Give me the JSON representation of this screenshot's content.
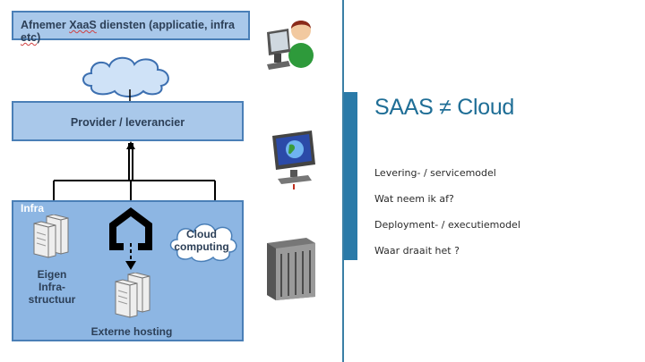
{
  "diagram": {
    "consumer_label": "Afnemer XaaS diensten (applicatie, infra etc)",
    "consumer_prefix": "Afnemer ",
    "consumer_squiggle": "XaaS",
    "consumer_middle": " diensten (applicatie, infra ",
    "consumer_squiggle2": "etc",
    "consumer_suffix": ")",
    "provider_label": "Provider / leverancier",
    "infra_label": "Infra",
    "own_infra_label": "Eigen Infra-structuur",
    "own_infra_line1": "Eigen",
    "own_infra_line2": "Infra-",
    "own_infra_line3": "structuur",
    "cloud_label_line1": "Cloud",
    "cloud_label_line2": "computing",
    "hosting_label": "Externe hosting"
  },
  "slide": {
    "title": "SAAS ≠ Cloud",
    "bullets": [
      "Levering- / servicemodel",
      "Wat neem ik af?",
      "Deployment- / executiemodel",
      "Waar draait het ?"
    ]
  },
  "icons": [
    "user-at-computer-icon",
    "globe-monitor-icon",
    "server-rack-icon",
    "cloud-icon",
    "server-stack-icon",
    "hosting-servers-icon"
  ],
  "colors": {
    "box_fill": "#a9c8ea",
    "box_border": "#4a7fb7",
    "accent": "#2a7aa8",
    "title": "#1f6e96"
  }
}
